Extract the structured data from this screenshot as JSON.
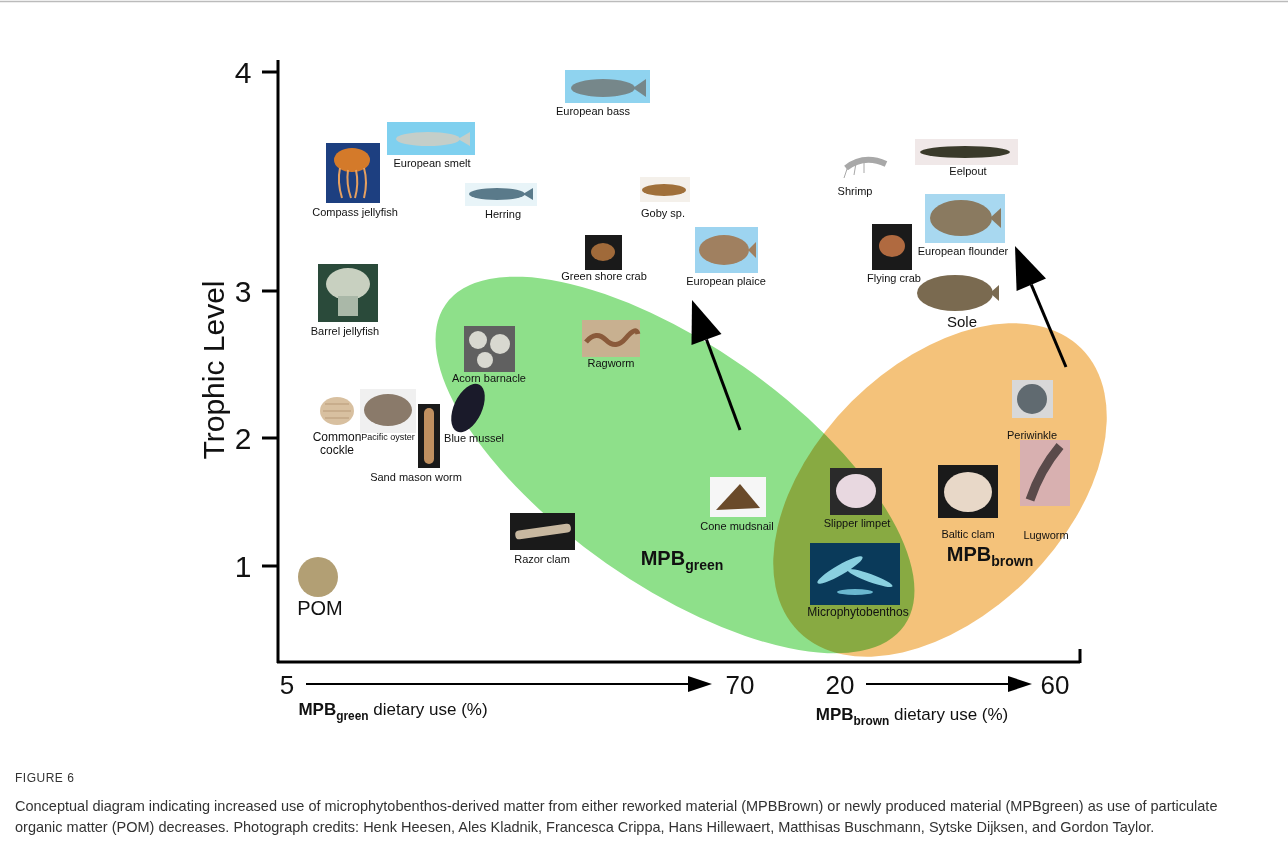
{
  "diagram": {
    "title": "FIGURE 6",
    "caption": "Conceptual diagram indicating increased use of microphytobenthos-derived matter from either reworked material (MPBBrown) or newly produced material (MPBgreen) as use of particulate organic matter (POM) decreases. Photograph credits: Henk Heesen, Ales Kladnik, Francesca Crippa, Hans Hillewaert, Matthisas Buschmann, Sytske Dijksen, and Gordon Taylor.",
    "nodes": [
      {
        "text": [
          "MPBgreen"
        ]
      },
      {
        "text": [
          "MPBbrown"
        ]
      }
    ],
    "labels": [
      "4",
      "3",
      "2",
      "1",
      "Trophic Level",
      "European bass",
      "European smelt",
      "Compass jellyfish",
      "Herring",
      "Goby sp.",
      "Shrimp",
      "Eelpout",
      "Green shore crab",
      "European plaice",
      "Flying crab",
      "European flounder",
      "Sole",
      "Barrel jellyfish",
      "Acorn barnacle",
      "Ragworm",
      "Common cockle",
      "Pacific oyster",
      "Sand mason worm",
      "Blue mussel",
      "Razor clam",
      "Cone mudsnail",
      "Slipper limpet",
      "Microphytobenthos",
      "Periwinkle",
      "Baltic clam",
      "Lugworm",
      "POM",
      "5",
      "70",
      "MPBgreen dietary use (%)",
      "20",
      "60",
      "MPBbrown dietary use (%)"
    ]
  }
}
